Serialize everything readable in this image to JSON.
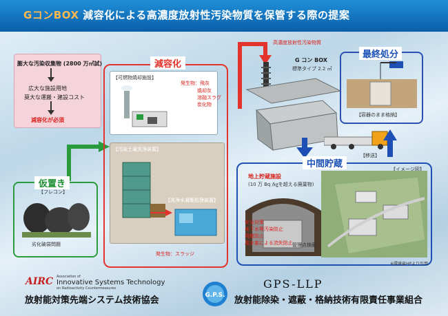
{
  "header": {
    "brand": "GコンBOX",
    "title": "減容化による高濃度放射性汚染物質を保管する際の提案"
  },
  "pink": {
    "line1": "膨大な汚染収集物 (2800 万㎥試)",
    "line2": "広大な施設用地",
    "line3": "莫大な運搬・建設コスト",
    "line4": "減容化が必須"
  },
  "reduction": {
    "tag": "減容化",
    "incin_title": "【可燃物焼却施設】",
    "incin_items": [
      "発生物：飛灰",
      "焼却灰",
      "溶融スラグ",
      "炭化物"
    ],
    "wash_title": "【汚染土壌洗浄装置】",
    "wash_sub": "【洗浄水凝集処理装置】",
    "wash_out": "発生物：スラッジ"
  },
  "temp": {
    "tag": "仮置き",
    "bag": "【フレコン】",
    "caption": "劣化破袋問題"
  },
  "center": {
    "source_label": "高濃度放射性汚染物質",
    "box_name": "G コン BOX",
    "box_type": "標準タイプ 2.2 ㎥",
    "transport": "【移送】"
  },
  "final": {
    "tag": "最終処分",
    "caption": "【容器のまま格納】"
  },
  "interim": {
    "tag": "中間貯蔵",
    "image_note": "【イメージ図】",
    "facility": "地上貯蔵施設",
    "facility_sub": "(10 万 Bq /㎏を超える廃棄物)",
    "measures": [
      "安全対策",
      "地下水等汚染防止",
      "飛散防止",
      "風水害による流失防止"
    ],
    "check": "管理点検廊",
    "credit": "※環境省HPより引用"
  },
  "footer": {
    "airc_brand": "AIRC",
    "airc_en1": "Association of",
    "airc_en2": "Innovative Systems Technology",
    "airc_en3": "on Radioactivity Countermeasures",
    "airc_jp": "放射能対策先端システム技術協会",
    "gps_name": "GPS-LLP",
    "gps_jp": "放射能除染・遮蔽・格納技術有限責任事業組合",
    "gps_logo": "G.P.S."
  },
  "colors": {
    "red": "#e4332c",
    "green": "#2a9b3c",
    "blue": "#1e4fb5",
    "header": "#1f8fd8"
  }
}
